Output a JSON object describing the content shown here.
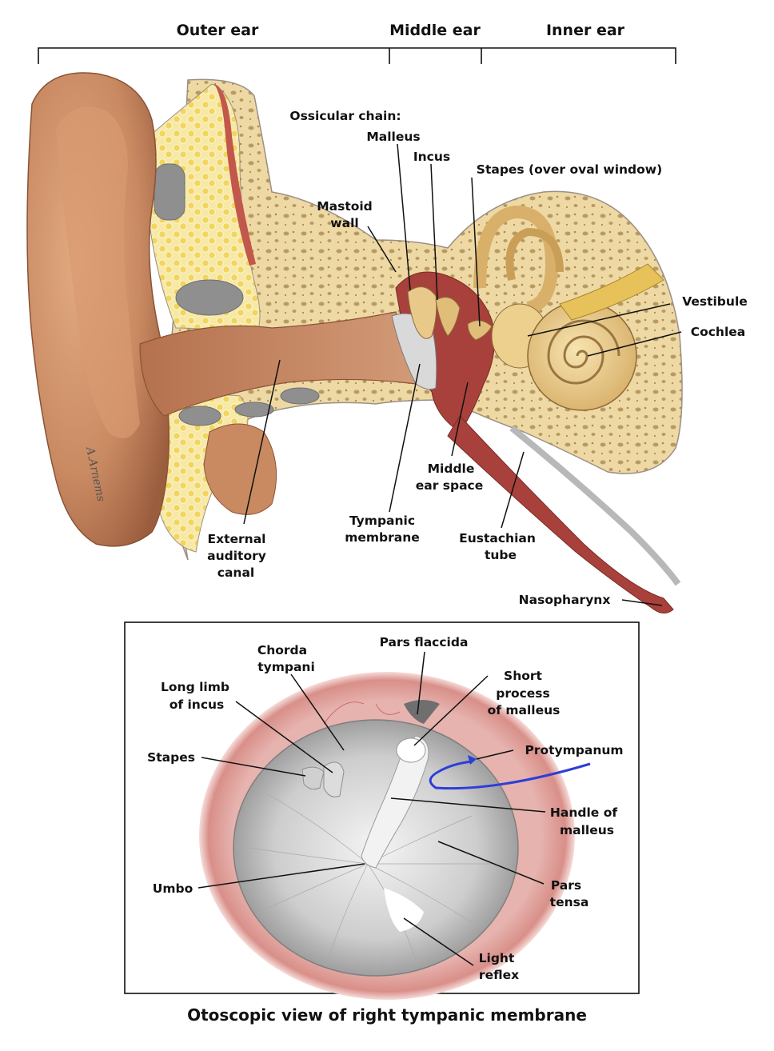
{
  "sections": {
    "outer_ear": "Outer ear",
    "middle_ear": "Middle ear",
    "inner_ear": "Inner ear"
  },
  "top_labels": {
    "ossicular_chain": "Ossicular chain:",
    "malleus": "Malleus",
    "incus": "Incus",
    "stapes_oval": "Stapes (over oval window)",
    "mastoid_wall_1": "Mastoid",
    "mastoid_wall_2": "wall",
    "vestibule": "Vestibule",
    "cochlea": "Cochlea",
    "middle_ear_space_1": "Middle",
    "middle_ear_space_2": "ear space",
    "tympanic_membrane_1": "Tympanic",
    "tympanic_membrane_2": "membrane",
    "eustachian_tube_1": "Eustachian",
    "eustachian_tube_2": "tube",
    "eac_1": "External",
    "eac_2": "auditory",
    "eac_3": "canal",
    "nasopharynx": "Nasopharynx"
  },
  "signature": "A.Arnems",
  "bottom_labels": {
    "chorda_tympani_1": "Chorda",
    "chorda_tympani_2": "tympani",
    "pars_flaccida": "Pars flaccida",
    "long_limb_1": "Long limb",
    "long_limb_2": "of incus",
    "short_process_1": "Short",
    "short_process_2": "process",
    "short_process_3": "of malleus",
    "stapes": "Stapes",
    "protympanum": "Protympanum",
    "handle_1": "Handle of",
    "handle_2": "malleus",
    "umbo": "Umbo",
    "pars_tensa_1": "Pars",
    "pars_tensa_2": "tensa",
    "light_reflex_1": "Light",
    "light_reflex_2": "reflex"
  },
  "caption": "Otoscopic view of right tympanic membrane",
  "colors": {
    "skin": "#c98a62",
    "bone": "#eed9a4",
    "fat": "#f3de7a",
    "mucosa": "#a8413b",
    "membrane_gray": "#c8c8c8",
    "annulus_pink": "#e7a9a4",
    "arrow_blue": "#2d3ed8"
  }
}
